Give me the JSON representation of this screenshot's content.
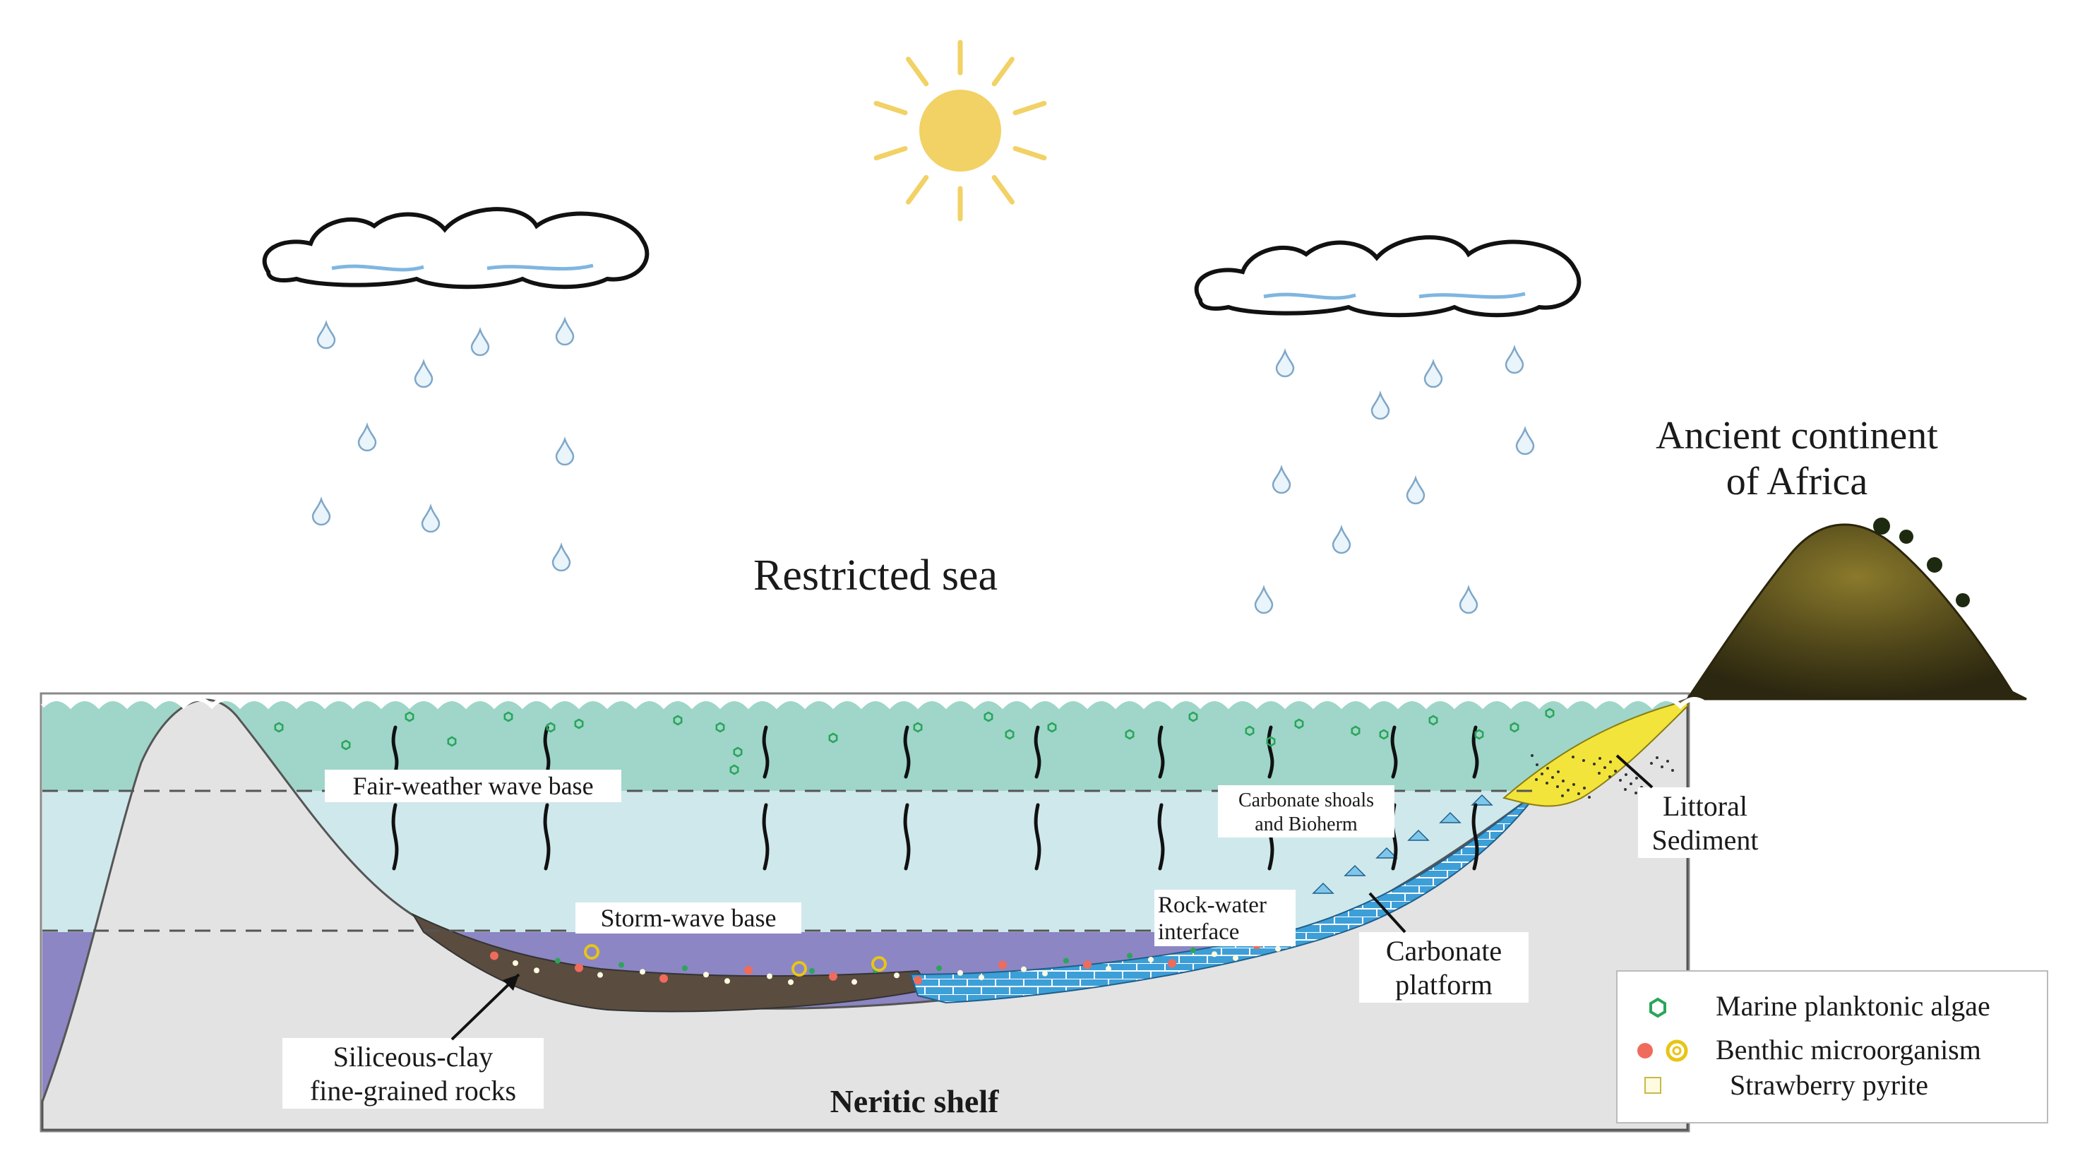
{
  "labels": {
    "restricted_sea": "Restricted sea",
    "ancient_continent_line1": "Ancient continent",
    "ancient_continent_line2": "of Africa",
    "fair_weather_wave_base": "Fair-weather wave base",
    "storm_wave_base": "Storm-wave base",
    "carbonate_shoals_line1": "Carbonate shoals",
    "carbonate_shoals_line2": "and Bioherm",
    "rock_water_line1": "Rock-water",
    "rock_water_line2": "interface",
    "carbonate_platform_line1": "Carbonate",
    "carbonate_platform_line2": "platform",
    "littoral_line1": "Littoral",
    "littoral_line2": "Sediment",
    "siliceous_line1": "Siliceous-clay",
    "siliceous_line2": "fine-grained rocks",
    "neritic_shelf": "Neritic shelf"
  },
  "legend": {
    "items": [
      {
        "label": "Marine planktonic algae",
        "icon": "green-hexagon-icon"
      },
      {
        "label": "Benthic microorganism",
        "icon": "red-dot-and-yellow-spiral-icon"
      },
      {
        "label": "Strawberry pyrite",
        "icon": "yellow-square-icon"
      }
    ]
  },
  "colors": {
    "upper_water": "#9fd6c9",
    "middle_water": "#cfe8ec",
    "deep_water": "#8c86c4",
    "land": "#e3e3e3",
    "mud": "#5a4c3f",
    "carbonate": "#3d9fd8",
    "littoral": "#f2e43a",
    "sun": "#f2d165",
    "algae": "#2aa55a",
    "hill": "#4a4216"
  }
}
